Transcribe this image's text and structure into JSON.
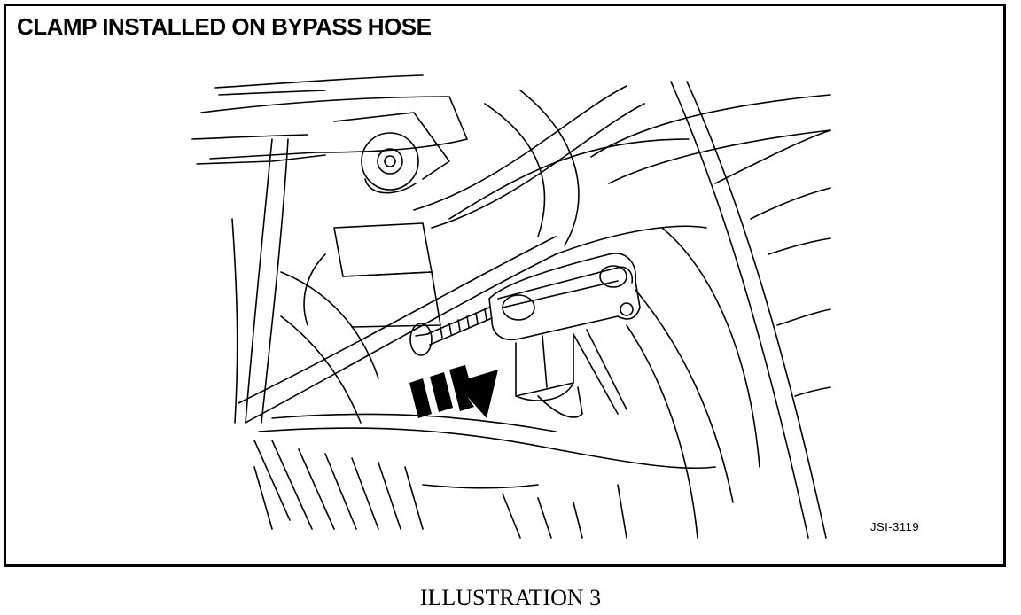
{
  "figure": {
    "title": "CLAMP INSTALLED ON BYPASS HOSE",
    "code": "JSI-3119"
  },
  "caption": "ILLUSTRATION 3",
  "colors": {
    "ink": "#000000",
    "paper": "#ffffff"
  }
}
